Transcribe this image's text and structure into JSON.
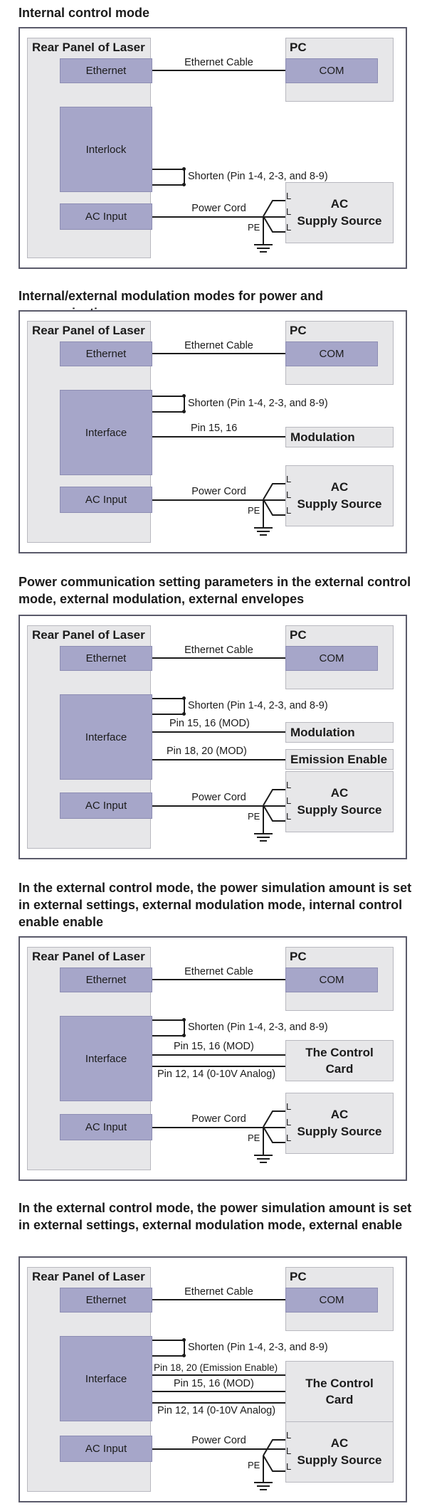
{
  "labels": {
    "panel": "Rear Panel of Laser",
    "pc": "PC",
    "ethernet": "Ethernet",
    "com": "COM",
    "ethernet_cable": "Ethernet Cable",
    "interlock": "Interlock",
    "interface": "Interface",
    "ac_input": "AC Input",
    "power_cord": "Power Cord",
    "ac_supply_line1": "AC",
    "ac_supply_line2": "Supply Source",
    "pe": "PE",
    "l": "L",
    "shorten": "Shorten (Pin 1-4, 2-3, and 8-9)"
  },
  "sections": [
    {
      "title": "Internal control mode",
      "first_block": "Interlock",
      "connections": [],
      "target_boxes": []
    },
    {
      "title": "Internal/external modulation modes for power and communication",
      "first_block": "Interface",
      "connections": [
        "Pin 15, 16"
      ],
      "target_boxes": [
        "Modulation"
      ]
    },
    {
      "title": "Power communication setting parameters in the external control mode, external modulation, external envelopes",
      "first_block": "Interface",
      "connections": [
        "Pin 15, 16 (MOD)",
        "Pin 18, 20 (MOD)"
      ],
      "target_boxes": [
        "Modulation",
        "Emission Enable"
      ]
    },
    {
      "title": "In the external control mode, the power simulation amount is set in external settings, external modulation mode, internal control enable enable",
      "first_block": "Interface",
      "connections": [
        "Pin 15, 16 (MOD)",
        "Pin 12, 14 (0-10V Analog)"
      ],
      "target_boxes": [
        "The Control Card"
      ]
    },
    {
      "title": "In the external control mode, the power simulation amount is set in external settings, external modulation mode, external enable",
      "first_block": "Interface",
      "connections": [
        "Pin 18, 20 (Emission Enable)",
        "Pin 15, 16 (MOD)",
        "Pin 12, 14 (0-10V Analog)"
      ],
      "target_boxes": [
        "The Control Card"
      ]
    }
  ]
}
